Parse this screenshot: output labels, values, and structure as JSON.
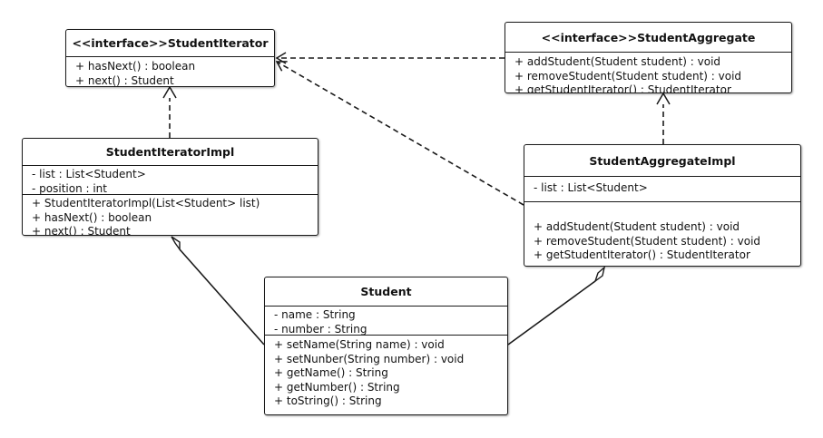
{
  "diagram": {
    "classes": {
      "student_iterator": {
        "name": "<<interface>>StudentIterator",
        "attributes": [],
        "operations": [
          "+ hasNext()   : boolean",
          "+ next() : Student"
        ]
      },
      "student_aggregate": {
        "name": "<<interface>>StudentAggregate",
        "attributes": [],
        "operations": [
          "+ addStudent(Student student) : void",
          "+ removeStudent(Student student) : void",
          "+ getStudentIterator() : StudentIterator"
        ]
      },
      "student_iterator_impl": {
        "name": "StudentIteratorImpl",
        "attributes": [
          "- list : List<Student>",
          "- position : int"
        ],
        "operations": [
          "+ StudentIteratorImpl(List<Student> list)",
          "+ hasNext()   : boolean",
          "+ next() : Student"
        ]
      },
      "student_aggregate_impl": {
        "name": "StudentAggregateImpl",
        "attributes": [
          "- list : List<Student>"
        ],
        "operations": [
          "+ addStudent(Student student) : void",
          "+ removeStudent(Student student) : void",
          "+ getStudentIterator() : StudentIterator"
        ]
      },
      "student": {
        "name": "Student",
        "attributes": [
          "- name : String",
          "- number : String"
        ],
        "operations": [
          "+ setName(String name) : void",
          "+ setNunber(String number) : void",
          "+ getName() : String",
          "+ getNumber() : String",
          "+ toString() : String"
        ]
      }
    },
    "relationships": [
      {
        "type": "realization",
        "from": "StudentIteratorImpl",
        "to": "StudentIterator"
      },
      {
        "type": "realization",
        "from": "StudentAggregateImpl",
        "to": "StudentAggregate"
      },
      {
        "type": "dependency",
        "from": "StudentAggregate",
        "to": "StudentIterator"
      },
      {
        "type": "dependency",
        "from": "StudentAggregateImpl",
        "to": "StudentIterator"
      },
      {
        "type": "aggregation",
        "whole": "StudentIteratorImpl",
        "part": "Student"
      },
      {
        "type": "aggregation",
        "whole": "StudentAggregateImpl",
        "part": "Student"
      }
    ]
  }
}
